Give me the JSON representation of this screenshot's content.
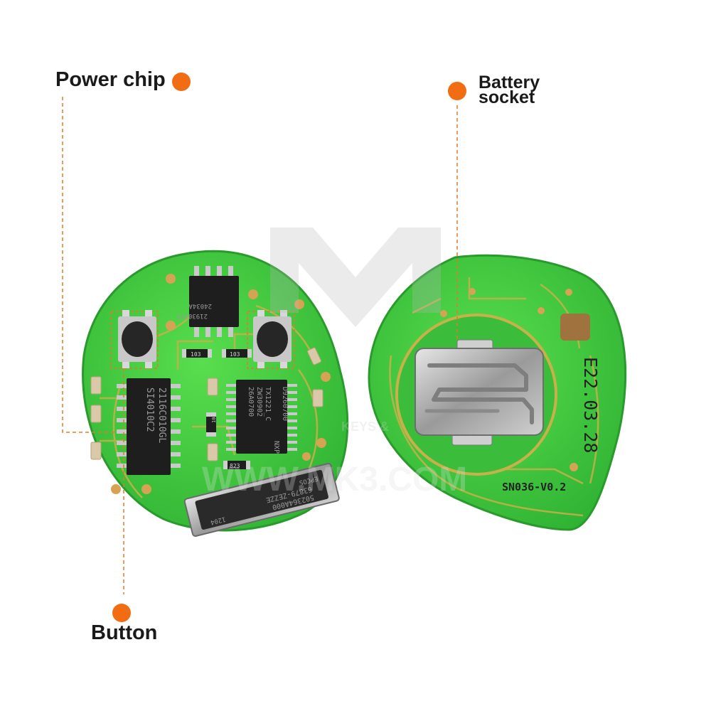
{
  "callouts": {
    "power_chip": "Power chip",
    "battery_line1": "Battery",
    "battery_line2": "socket",
    "button": "Button"
  },
  "left_board": {
    "main_ic_line1": "SI4010C2",
    "main_ic_line2": "2116C010GL",
    "nxp_line1": "26A0700",
    "nxp_line2": "ZW30902",
    "nxp_line3": "TX1221_C",
    "nxp_line4": "NXP",
    "nxp_line5": "D9260700",
    "power_ic_line1": "24034A",
    "power_ic_line2": "21930215",
    "filter_line1": "EPCOS",
    "filter_line2": "63879-ZEZZE",
    "filter_line3": "502364A000",
    "filter_line4": "1204",
    "res_a": "103",
    "res_b": "103",
    "res_c": "104",
    "res_d": "823"
  },
  "right_board": {
    "date_code": "E22.03.28",
    "model": "SN036-V0.2"
  },
  "watermark": {
    "site": "WWW.MK3.COM",
    "keys": "KEYS &"
  },
  "colors": {
    "accent": "#f26c13",
    "pcb": "#3ec93e",
    "pcb_dark": "#2ea62e",
    "trace": "#c8b04a",
    "chip": "#202020"
  }
}
